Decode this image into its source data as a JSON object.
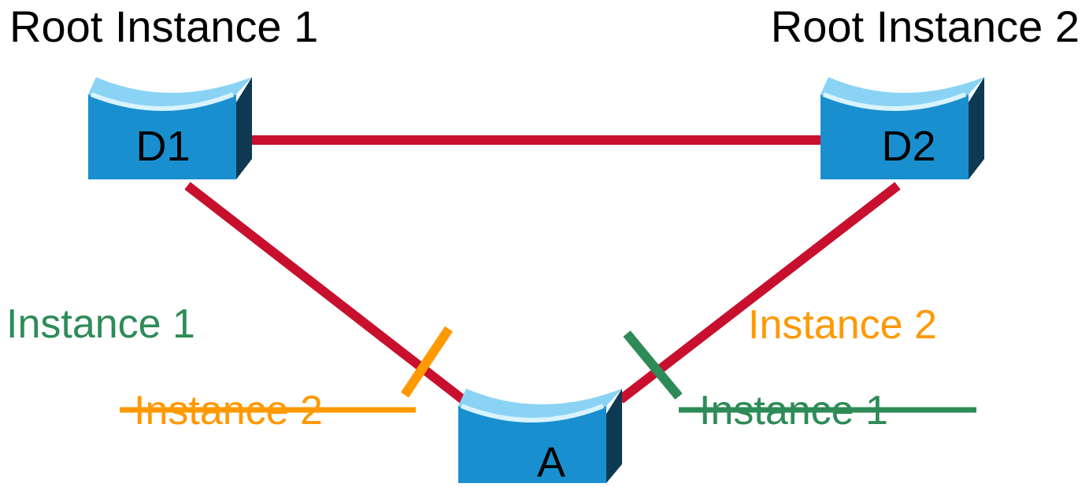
{
  "headings": {
    "root_left": "Root Instance 1",
    "root_right": "Root Instance 2"
  },
  "switches": {
    "d1": "D1",
    "d2": "D2",
    "a": "A"
  },
  "labels": {
    "forwarding_left": "Instance 1",
    "forwarding_right": "Instance 2",
    "blocked_left": "Instance 2",
    "blocked_right": "Instance 1"
  },
  "icons": {
    "switch": "workgroup-switch-icon",
    "block": "blocked-port-marker-icon"
  },
  "colors": {
    "link": "#c8102e",
    "switch_front": "#1a8fcf",
    "switch_top": "#8ad3f4",
    "switch_side": "#0d3a52",
    "instance_1": "#2e8b57",
    "instance_2": "#ff9900",
    "heading": "#000000"
  }
}
